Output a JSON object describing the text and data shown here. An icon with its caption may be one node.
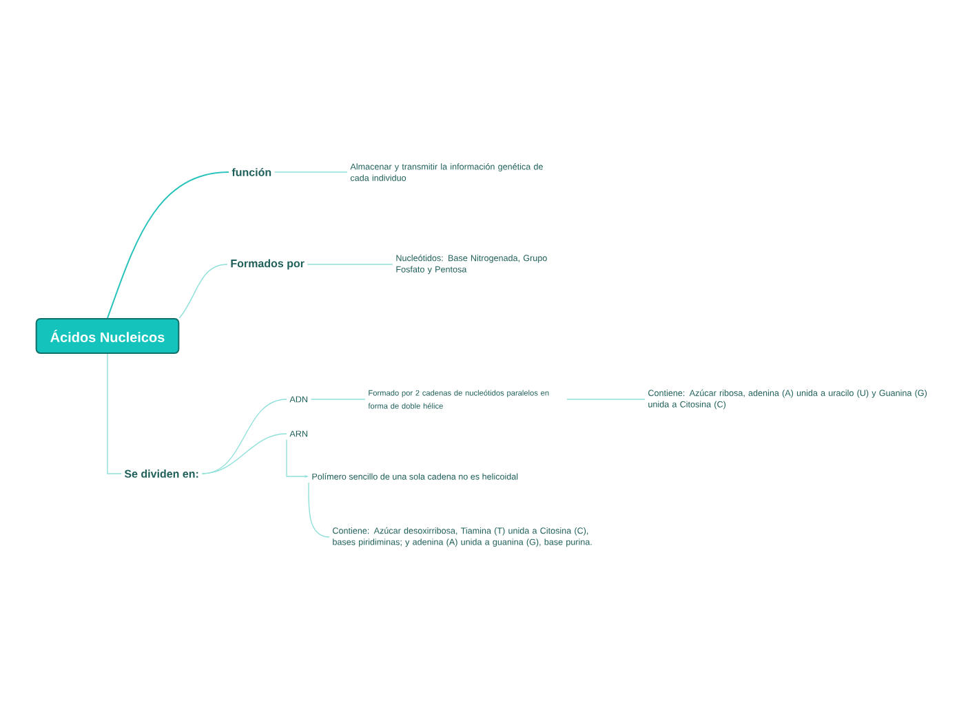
{
  "diagram": {
    "nodes": [
      {
        "text": [
          "Ácidos Nucleicos"
        ]
      },
      {
        "text": [
          "función"
        ]
      },
      {
        "text": [
          "Almacenar y transmitir la información genética de cada individuo"
        ]
      },
      {
        "text": [
          "Formados por"
        ]
      },
      {
        "text": [
          "Nucleótidos: Base Nitrogenada, Grupo Fosfato y Pentosa"
        ]
      },
      {
        "text": [
          "Se dividen en:"
        ]
      },
      {
        "text": [
          "ADN"
        ]
      },
      {
        "text": [
          "Formado por 2 cadenas de nucleótidos paralelos en forma de doble hélice"
        ]
      },
      {
        "text": [
          "Contiene: Azúcar ribosa, adenina (A) unida a uracilo (U) y Guanina (G) unida a Citosina (C)"
        ]
      },
      {
        "text": [
          "ARN"
        ]
      },
      {
        "text": [
          "Polímero sencillo de una sola cadena no es helicoidal"
        ]
      },
      {
        "text": [
          "Contiene: Azúcar desoxirribosa, Tiamina (T) unida a Citosina (C), bases piridiminas; y adenina (A) unida a guanina (G), base purina."
        ]
      }
    ],
    "edges": [
      {
        "from": 0,
        "to": 1,
        "arrow": "none",
        "color": "#27c3bb"
      },
      {
        "from": 0,
        "to": 3,
        "arrow": "none"
      },
      {
        "from": 0,
        "to": 5,
        "arrow": "none"
      },
      {
        "from": 1,
        "to": 2,
        "arrow": "none"
      },
      {
        "from": 3,
        "to": 4,
        "arrow": "none"
      },
      {
        "from": 5,
        "to": 6,
        "arrow": "none"
      },
      {
        "from": 5,
        "to": 9,
        "arrow": "none"
      },
      {
        "from": 6,
        "to": 7,
        "arrow": "none"
      },
      {
        "from": 7,
        "to": 8,
        "arrow": "none"
      },
      {
        "from": 9,
        "to": 10,
        "arrow": "to"
      },
      {
        "from": 10,
        "to": 11,
        "arrow": "none"
      }
    ]
  }
}
